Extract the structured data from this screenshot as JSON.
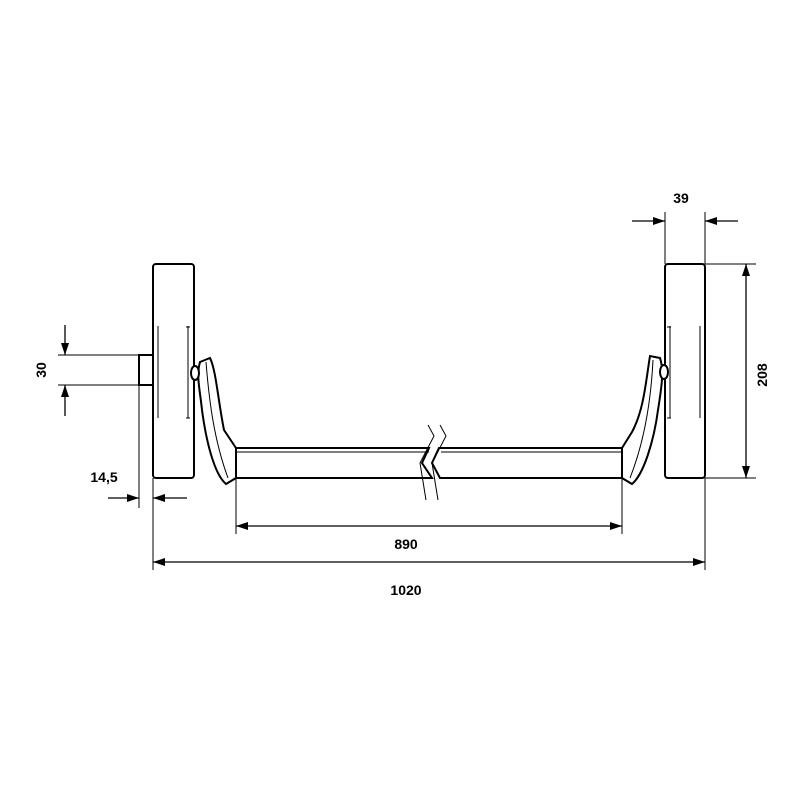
{
  "dimensions": {
    "width_39": "39",
    "height_208": "208",
    "spindle_30": "30",
    "offset_14_5": "14,5",
    "bar_890": "890",
    "overall_1020": "1020"
  }
}
